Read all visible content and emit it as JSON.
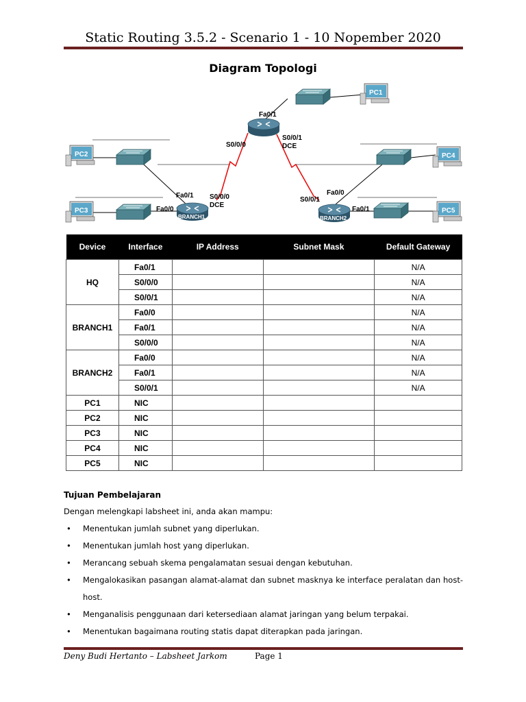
{
  "header": {
    "title": "Static Routing 3.5.2 - Scenario 1 - 10 Nopember 2020"
  },
  "diagram": {
    "title": "Diagram Topologi",
    "devices": {
      "hq": "HQ",
      "branch1": "BRANCH1",
      "branch2": "BRANCH2",
      "pc1": "PC1",
      "pc2": "PC2",
      "pc3": "PC3",
      "pc4": "PC4",
      "pc5": "PC5"
    },
    "labels": {
      "hq_fa01": "Fa0/1",
      "hq_s000": "S0/0/0",
      "hq_s001": "S0/0/1",
      "hq_dce": "DCE",
      "b1_fa01": "Fa0/1",
      "b1_fa00": "Fa0/0",
      "b1_s000": "S0/0/0",
      "b1_dce": "DCE",
      "b2_fa00": "Fa0/0",
      "b2_s001": "S0/0/1",
      "b2_fa01": "Fa0/1"
    },
    "colors": {
      "serial_link": "#e81010",
      "router": "#3f6c85",
      "switch": "#4e8590",
      "pc_screen": "#5aa7c9"
    }
  },
  "table": {
    "headers": [
      "Device",
      "Interface",
      "IP Address",
      "Subnet Mask",
      "Default Gateway"
    ],
    "rows": [
      {
        "device": "HQ",
        "interfaces": [
          "Fa0/1",
          "S0/0/0",
          "S0/0/1"
        ],
        "gateway": [
          "N/A",
          "N/A",
          "N/A"
        ]
      },
      {
        "device": "BRANCH1",
        "interfaces": [
          "Fa0/0",
          "Fa0/1",
          "S0/0/0"
        ],
        "gateway": [
          "N/A",
          "N/A",
          "N/A"
        ]
      },
      {
        "device": "BRANCH2",
        "interfaces": [
          "Fa0/0",
          "Fa0/1",
          "S0/0/1"
        ],
        "gateway": [
          "N/A",
          "N/A",
          "N/A"
        ]
      },
      {
        "device": "PC1",
        "interfaces": [
          "NIC"
        ],
        "gateway": [
          ""
        ]
      },
      {
        "device": "PC2",
        "interfaces": [
          "NIC"
        ],
        "gateway": [
          ""
        ]
      },
      {
        "device": "PC3",
        "interfaces": [
          "NIC"
        ],
        "gateway": [
          ""
        ]
      },
      {
        "device": "PC4",
        "interfaces": [
          "NIC"
        ],
        "gateway": [
          ""
        ]
      },
      {
        "device": "PC5",
        "interfaces": [
          "NIC"
        ],
        "gateway": [
          ""
        ]
      }
    ]
  },
  "objectives": {
    "heading": "Tujuan Pembelajaran",
    "intro": "Dengan melengkapi labsheet ini, anda akan mampu:",
    "items": [
      "Menentukan jumlah subnet  yang diperlukan.",
      "Menentukan jumlah host yang diperlukan.",
      "Merancang sebuah skema pengalamatan sesuai dengan kebutuhan.",
      "Mengalokasikan pasangan alamat-alamat dan subnet masknya ke interface peralatan dan host-host.",
      "Menganalisis penggunaan dari ketersediaan alamat  jaringan yang belum terpakai.",
      "Menentukan bagaimana routing statis dapat diterapkan pada jaringan."
    ]
  },
  "footer": {
    "left": "Deny Budi Hertanto – Labsheet Jarkom",
    "right": "Page 1"
  }
}
